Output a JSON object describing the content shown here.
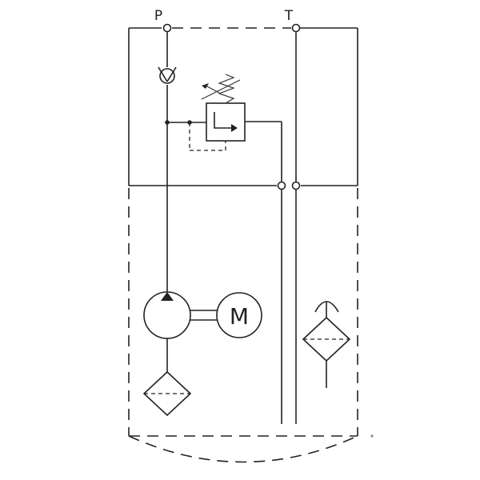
{
  "ports": {
    "pressure": "P",
    "tank": "T"
  },
  "motor": {
    "label": "M"
  },
  "colors": {
    "line": "#222222",
    "background": "#ffffff"
  },
  "icons": {
    "check_valve": "check-valve-icon",
    "relief_valve": "pressure-relief-valve-icon",
    "pump": "hydraulic-pump-icon",
    "motor": "electric-motor-icon",
    "suction_filter": "suction-filter-icon",
    "return_filter": "return-filter-icon"
  }
}
